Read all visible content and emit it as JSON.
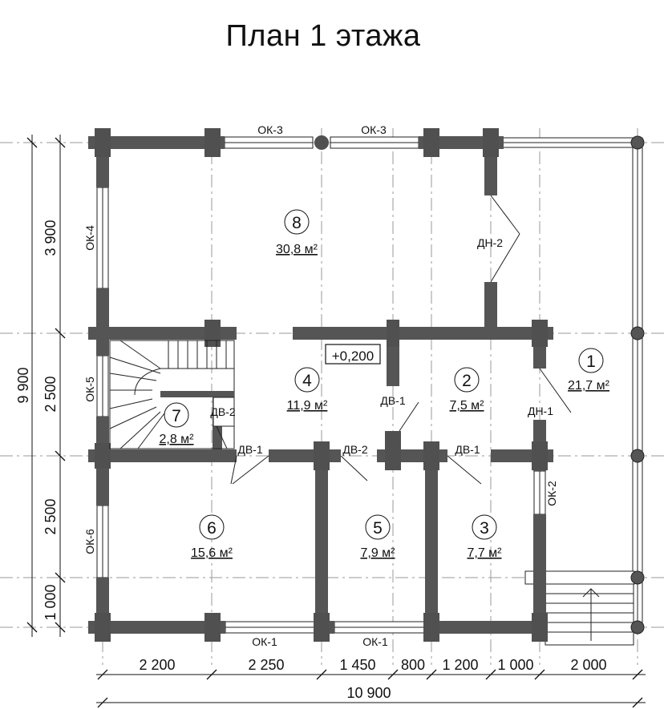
{
  "title": "План 1 этажа",
  "level_mark": "+0,200",
  "rooms": [
    {
      "num": "1",
      "area": "21,7 м²"
    },
    {
      "num": "2",
      "area": "7,5 м²"
    },
    {
      "num": "3",
      "area": "7,7 м²"
    },
    {
      "num": "4",
      "area": "11,9 м²"
    },
    {
      "num": "5",
      "area": "7,9 м²"
    },
    {
      "num": "6",
      "area": "15,6 м²"
    },
    {
      "num": "7",
      "area": "2,8 м²"
    },
    {
      "num": "8",
      "area": "30,8 м²"
    }
  ],
  "openings": {
    "ok1": "ОК-1",
    "ok2": "ОК-2",
    "ok3": "ОК-3",
    "ok4": "ОК-4",
    "ok5": "ОК-5",
    "ok6": "ОК-6",
    "dv1": "ДВ-1",
    "dv2": "ДВ-2",
    "dn1": "ДН-1",
    "dn2": "ДН-2"
  },
  "dimensions": {
    "bottom": [
      "2 200",
      "2 250",
      "1 450",
      "800",
      "1 200",
      "1 000",
      "2 000"
    ],
    "bottom_total": "10 900",
    "left": [
      "3 900",
      "2 500",
      "2 500",
      "1 000"
    ],
    "left_total": "9 900"
  }
}
